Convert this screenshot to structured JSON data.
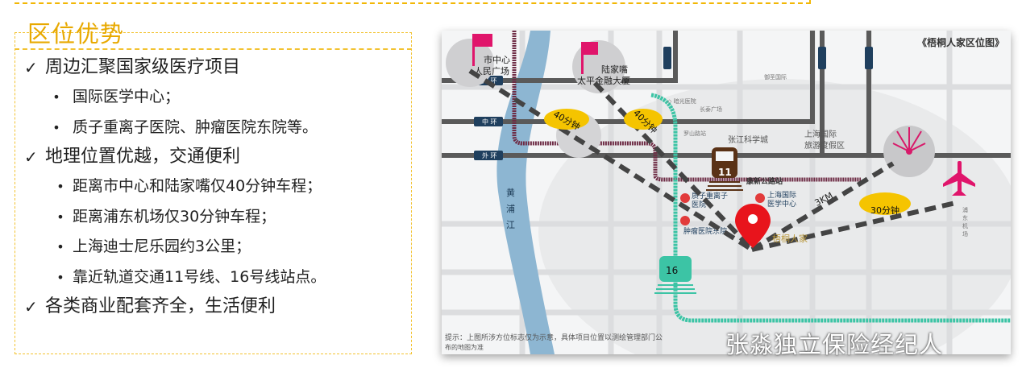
{
  "section": {
    "title": "区位优势",
    "accent_color": "#e8a900",
    "border_color": "#f2c230"
  },
  "points": [
    {
      "label": "周边汇聚国家级医疗项目",
      "icon": "check-icon",
      "subitems": [
        "国际医学中心；",
        "质子重离子医院、肿瘤医院东院等。"
      ]
    },
    {
      "label": "地理位置优越，交通便利",
      "icon": "check-icon",
      "subitems": [
        "距离市中心和陆家嘴仅40分钟车程；",
        "距离浦东机场仅30分钟车程；",
        "上海迪士尼乐园约3公里；",
        "靠近轨道交通11号线、16号线站点。"
      ]
    },
    {
      "label": "各类商业配套齐全，生活便利",
      "icon": "check-icon",
      "subitems": []
    }
  ],
  "map": {
    "title": "《梧桐人家区位图》",
    "landmarks": {
      "city_center": "市中心\n人民广场",
      "lujiazui": "陆家嘴\n太平金融大厦",
      "zhangjiang": "张江科学城",
      "resort": "上海国际\n旅游度假区",
      "station": "康新公路站",
      "medical_center": "上海国际\n医学中心",
      "proton_hospital": "质子重离子\n医院",
      "cancer_hospital": "肿瘤医院东院",
      "river": "黄浦江",
      "project": "梧桐人家"
    },
    "ring_roads": [
      "内环",
      "中环",
      "外环"
    ],
    "metro_lines": [
      "11",
      "16"
    ],
    "routes": [
      {
        "label": "40分钟",
        "from": "市中心人民广场"
      },
      {
        "label": "40分钟",
        "from": "陆家嘴"
      },
      {
        "label": "3KM",
        "to": "迪士尼"
      },
      {
        "label": "30分钟",
        "to": "浦东机场"
      }
    ],
    "note": "提示：上图所涉方位标志仅为示意，具体项目位置以测绘管理部门公布的地图为准",
    "colors": {
      "pin": "#e8141c",
      "taxi": "#f5c400",
      "route": "#444444",
      "line11": "#6e2c45",
      "line16": "#3cc4a5",
      "river": "#8db6d2",
      "ring": "#5a5a5a"
    }
  },
  "watermark": "张淼独立保险经纪人"
}
